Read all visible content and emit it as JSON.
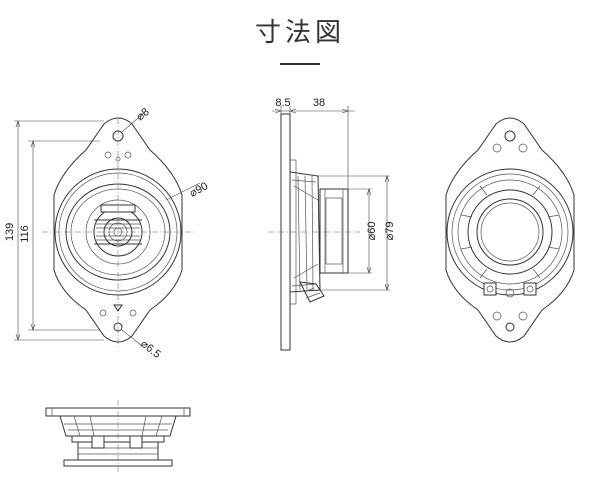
{
  "header": {
    "title": "寸法図"
  },
  "front_view": {
    "height_overall": "139",
    "height_inner": "116",
    "hole_diameter_top": "⌀8",
    "diameter_outer": "⌀90",
    "hole_diameter_bottom": "⌀6.5"
  },
  "side_view": {
    "flange_thickness": "8.5",
    "depth": "38",
    "diameter_magnet": "⌀60",
    "diameter_basket": "⌀79"
  }
}
